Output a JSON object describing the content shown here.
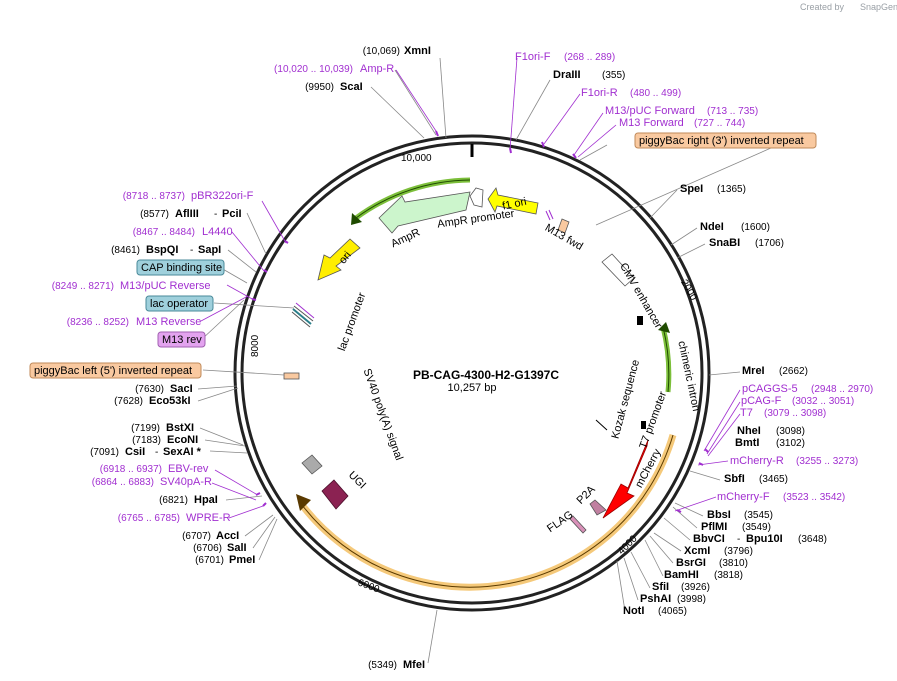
{
  "watermark": {
    "created_by": "Created by",
    "brand": "SnapGene"
  },
  "plasmid": {
    "name": "PB-CAG-4300-H2-G1397C",
    "length": "10,257 bp"
  },
  "ticks": [
    "10,000",
    "2000",
    "4000",
    "6000",
    "8000"
  ],
  "restriction_sites": {
    "xmni": {
      "pos": "(10,069)",
      "name": "XmnI"
    },
    "scai": {
      "pos": "(9950)",
      "name": "ScaI"
    },
    "draiii": {
      "name": "DraIII",
      "pos": "(355)"
    },
    "spei": {
      "name": "SpeI",
      "pos": "(1365)"
    },
    "ndei": {
      "name": "NdeI",
      "pos": "(1600)"
    },
    "snabi": {
      "name": "SnaBI",
      "pos": "(1706)"
    },
    "mrei": {
      "name": "MreI",
      "pos": "(2662)"
    },
    "nhei": {
      "name": "NheI",
      "pos": "(3098)"
    },
    "bmti": {
      "name": "BmtI",
      "pos": "(3102)"
    },
    "sbfi": {
      "name": "SbfI",
      "pos": "(3465)"
    },
    "bbsi": {
      "name": "BbsI",
      "pos": "(3545)"
    },
    "pflmi": {
      "name": "PflMI",
      "pos": "(3549)"
    },
    "bbvci": {
      "name": "BbvCI",
      "sep": "-",
      "name2": "Bpu10I",
      "pos": "(3648)"
    },
    "xcmi": {
      "name": "XcmI",
      "pos": "(3796)"
    },
    "bsrgi": {
      "name": "BsrGI",
      "pos": "(3810)"
    },
    "bamhi": {
      "name": "BamHI",
      "pos": "(3818)"
    },
    "sfii": {
      "name": "SfiI",
      "pos": "(3926)"
    },
    "pshai": {
      "name": "PshAI",
      "pos": "(3998)"
    },
    "noti": {
      "name": "NotI",
      "pos": "(4065)"
    },
    "mfei": {
      "pos": "(5349)",
      "name": "MfeI"
    },
    "pmei": {
      "pos": "(6701)",
      "name": "PmeI"
    },
    "sali": {
      "pos": "(6706)",
      "name": "SalI"
    },
    "acci": {
      "pos": "(6707)",
      "name": "AccI"
    },
    "hpai": {
      "pos": "(6821)",
      "name": "HpaI"
    },
    "csii": {
      "pos": "(7091)",
      "name": "CsiI",
      "sep": "-",
      "name2": "SexAI *"
    },
    "econi": {
      "pos": "(7183)",
      "name": "EcoNI"
    },
    "bstxi": {
      "pos": "(7199)",
      "name": "BstXI"
    },
    "eco53ki": {
      "pos": "(7628)",
      "name": "Eco53kI"
    },
    "saci": {
      "pos": "(7630)",
      "name": "SacI"
    },
    "bspqi": {
      "pos": "(8461)",
      "name": "BspQI",
      "sep": "-",
      "name2": "SapI"
    },
    "afliii": {
      "pos": "(8577)",
      "name": "AflIII",
      "sep": "-",
      "name2": "PciI"
    }
  },
  "primers": {
    "ampr": {
      "pos": "(10,020 .. 10,039)",
      "name": "Amp-R"
    },
    "f1ori_f": {
      "name": "F1ori-F",
      "pos": "(268 .. 289)"
    },
    "f1ori_r": {
      "name": "F1ori-R",
      "pos": "(480 .. 499)"
    },
    "m13puc_fwd": {
      "name": "M13/pUC Forward",
      "pos": "(713 .. 735)"
    },
    "m13_fwd": {
      "name": "M13 Forward",
      "pos": "(727 .. 744)"
    },
    "pcaggs5": {
      "name": "pCAGGS-5",
      "pos": "(2948 .. 2970)"
    },
    "pcagf": {
      "name": "pCAG-F",
      "pos": "(3032 .. 3051)"
    },
    "t7": {
      "name": "T7",
      "pos": "(3079 .. 3098)"
    },
    "mcherry_r": {
      "name": "mCherry-R",
      "pos": "(3255 .. 3273)"
    },
    "mcherry_f": {
      "name": "mCherry-F",
      "pos": "(3523 .. 3542)"
    },
    "ebv_rev": {
      "pos": "(6918 .. 6937)",
      "name": "EBV-rev"
    },
    "sv40pa_r": {
      "pos": "(6864 .. 6883)",
      "name": "SV40pA-R"
    },
    "wpre_r": {
      "pos": "(6765 .. 6785)",
      "name": "WPRE-R"
    },
    "pbr322": {
      "pos": "(8718 .. 8737)",
      "name": "pBR322ori-F"
    },
    "l4440": {
      "pos": "(8467 .. 8484)",
      "name": "L4440"
    },
    "m13puc_rev": {
      "pos": "(8249 .. 8271)",
      "name": "M13/pUC Reverse"
    },
    "m13_rev_primer": {
      "pos": "(8236 .. 8252)",
      "name": "M13 Reverse"
    }
  },
  "boxed_features": {
    "pb_right": "piggyBac right (3') inverted repeat",
    "pb_left": "piggyBac left (5') inverted repeat",
    "cap_site": "CAP binding site",
    "lac_operator": "lac operator",
    "m13_rev_box": "M13 rev"
  },
  "features": {
    "f1ori": "f1 ori",
    "ampr_promoter": "AmpR promoter",
    "ampr": "AmpR",
    "ori": "ori",
    "m13fwd": "M13 fwd",
    "cmv": "CMV enhancer",
    "chimeric_intron": "chimeric intron",
    "kozak": "Kozak sequence",
    "t7_promoter": "T7 promoter",
    "mcherry": "mCherry",
    "p2a": "P2A",
    "flag": "FLAG",
    "ugi": "UGI",
    "sv40": "SV40 poly(A) signal",
    "lac_promoter": "lac promoter"
  },
  "colors": {
    "primer": "#a12fd0",
    "f1ori": "#ffff00",
    "ampr": "#ccf5cc",
    "ori": "#ffee00",
    "mcherry": "#ff0000",
    "ugi": "#8b2252",
    "pb_box": "#f9c9a0",
    "cap_box": "#9fd0dc",
    "m13_box": "#e3a3ef",
    "insert_arc": "#f5c97a",
    "intron": "#7cbf3a"
  }
}
